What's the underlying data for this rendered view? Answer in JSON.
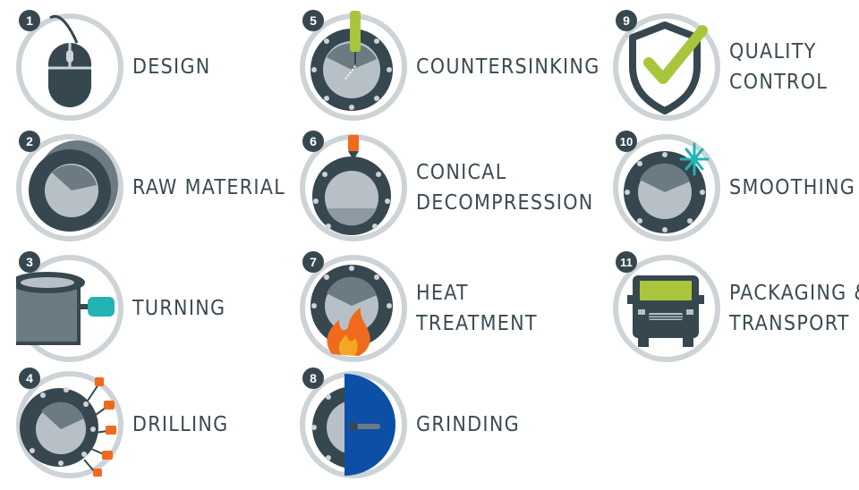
{
  "steps": [
    {
      "number": "1",
      "label_lines": [
        "DESIGN"
      ],
      "icon": "mouse-icon"
    },
    {
      "number": "2",
      "label_lines": [
        "RAW MATERIAL"
      ],
      "icon": "ring-icon"
    },
    {
      "number": "3",
      "label_lines": [
        "TURNING"
      ],
      "icon": "turning-icon"
    },
    {
      "number": "4",
      "label_lines": [
        "DRILLING"
      ],
      "icon": "drilling-icon"
    },
    {
      "number": "5",
      "label_lines": [
        "COUNTERSINKING"
      ],
      "icon": "countersinking-icon"
    },
    {
      "number": "6",
      "label_lines": [
        "CONICAL",
        "DECOMPRESSION"
      ],
      "icon": "conical-decompression-icon"
    },
    {
      "number": "7",
      "label_lines": [
        "HEAT",
        "TREATMENT"
      ],
      "icon": "heat-treatment-icon"
    },
    {
      "number": "8",
      "label_lines": [
        "GRINDING"
      ],
      "icon": "grinding-icon"
    },
    {
      "number": "9",
      "label_lines": [
        "QUALITY",
        "CONTROL"
      ],
      "icon": "shield-check-icon"
    },
    {
      "number": "10",
      "label_lines": [
        "SMOOTHING"
      ],
      "icon": "smoothing-icon"
    },
    {
      "number": "11",
      "label_lines": [
        "PACKAGING &",
        "TRANSPORT"
      ],
      "icon": "truck-icon"
    }
  ],
  "colors": {
    "dark": "#37474f",
    "mid": "#6b7a83",
    "light": "#cdd3d7",
    "lime": "#a8c63c",
    "orange": "#ef6a1c",
    "teal": "#22b3b3",
    "blue": "#0c4fa6",
    "text": "#3b4a52"
  }
}
